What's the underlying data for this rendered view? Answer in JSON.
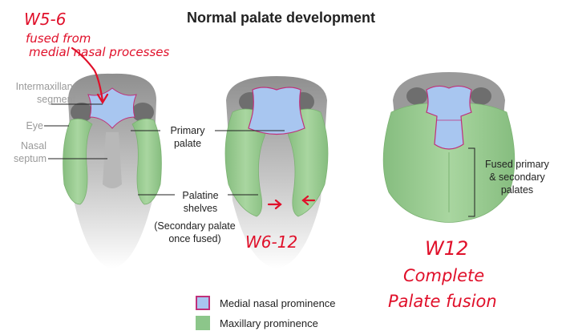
{
  "title": "Normal palate development",
  "labels": {
    "intermaxillary": "Intermaxillary\nsegment",
    "eye": "Eye",
    "nasal_septum": "Nasal\nseptum",
    "primary_palate": "Primary\npalate",
    "palatine_shelves": "Palatine\nshelves",
    "secondary_palate_note": "(Secondary palate\nonce fused)",
    "fused_palates": "Fused primary\n& secondary\npalates"
  },
  "annotations": {
    "w5_title": "W5-6",
    "w5_note_line1": "fused from",
    "w5_note_line2": "medial nasal processes",
    "w6": "W6-12",
    "w12_line1": "W12",
    "w12_line2": "Complete",
    "w12_line3": "Palate fusion"
  },
  "legend": [
    {
      "label": "Medial nasal prominence",
      "fill": "#a8c6f0",
      "border": "#c0307a"
    },
    {
      "label": "Maxillary prominence",
      "fill": "#8cc68a",
      "border": "#8cc68a"
    }
  ],
  "colors": {
    "medial_blue": "#a8c6f0",
    "medial_outline": "#c0307a",
    "maxillary_green": "#9bcf93",
    "annotation_red": "#e0102a"
  }
}
